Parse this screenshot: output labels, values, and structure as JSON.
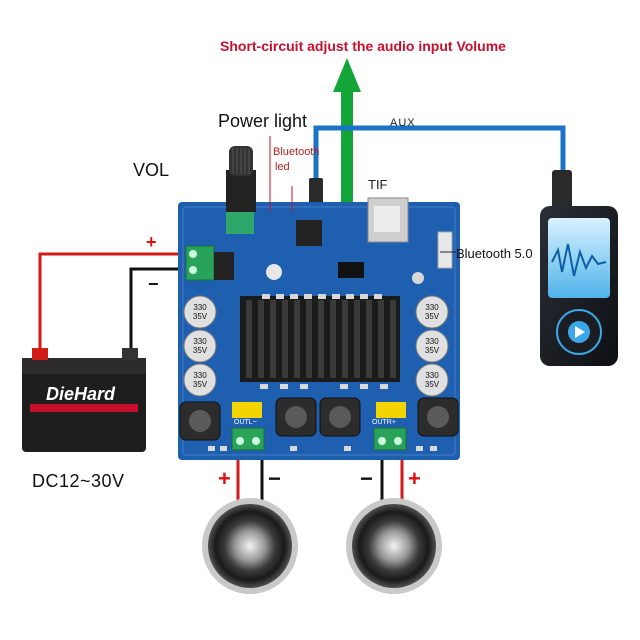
{
  "labels": {
    "title": "Short-circuit adjust the audio input Volume",
    "power_light": "Power light",
    "vol": "VOL",
    "bluetooth_led_line1": "Bluetooth",
    "bluetooth_led_line2": "led",
    "aux": "AUX",
    "tf": "TIF",
    "bluetooth50": "Bluetooth 5.0",
    "dc": "DC12~30V",
    "battery_plus": "+",
    "battery_minus": "−",
    "speaker_left_plus": "+",
    "speaker_left_minus": "−",
    "speaker_right_minus": "−",
    "speaker_right_plus": "+",
    "battery_brand": "DieHard",
    "out_left": "OUTL−",
    "out_right": "OUTR+"
  },
  "capacitors": [
    {
      "text_line1": "330",
      "text_line2": "35V"
    },
    {
      "text_line1": "330",
      "text_line2": "35V"
    },
    {
      "text_line1": "330",
      "text_line2": "35V"
    },
    {
      "text_line1": "330",
      "text_line2": "35V"
    },
    {
      "text_line1": "330",
      "text_line2": "35V"
    },
    {
      "text_line1": "330",
      "text_line2": "35V"
    }
  ],
  "colors": {
    "board": "#1f5fb0",
    "arrow": "#13a538",
    "aux_cable": "#1a73c8",
    "wire_red": "#d11a1a",
    "title": "#c8102e"
  }
}
